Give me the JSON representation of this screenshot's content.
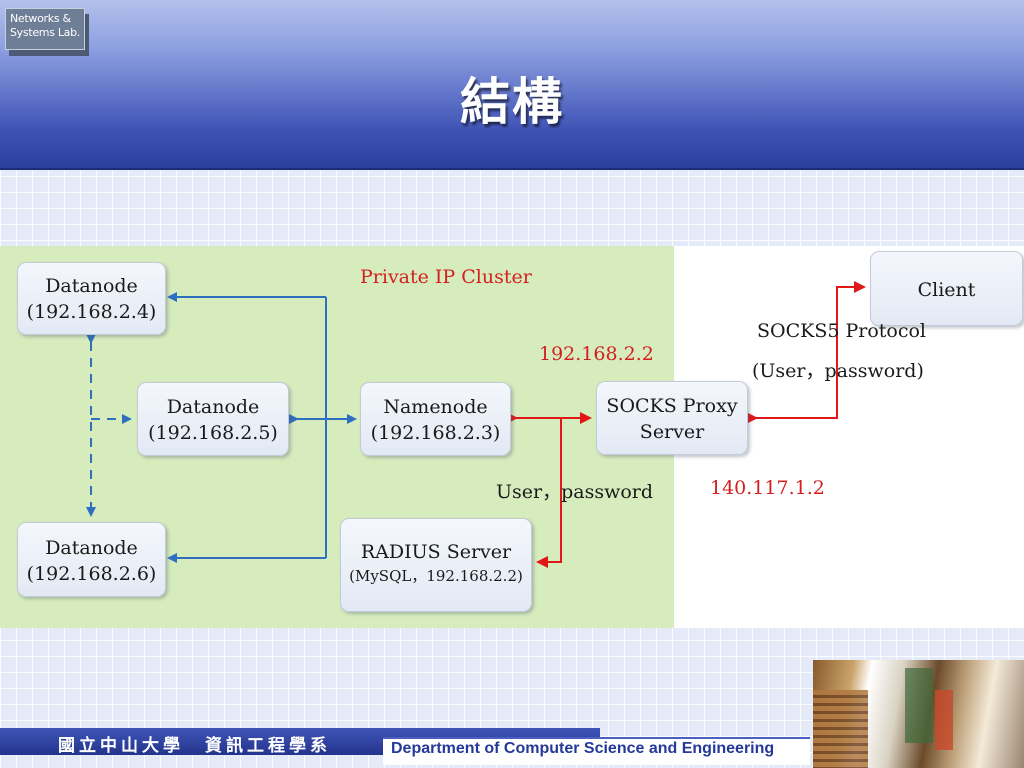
{
  "header": {
    "logo_line1": "Networks &",
    "logo_line2": "Systems Lab.",
    "title": "結構"
  },
  "diagram": {
    "cluster_label": "Private IP Cluster",
    "nodes": {
      "datanode_4": {
        "line1": "Datanode",
        "line2": "(192.168.2.4)"
      },
      "datanode_5": {
        "line1": "Datanode",
        "line2": "(192.168.2.5)"
      },
      "datanode_6": {
        "line1": "Datanode",
        "line2": "(192.168.2.6)"
      },
      "namenode": {
        "line1": "Namenode",
        "line2": "(192.168.2.3)"
      },
      "radius": {
        "line1": "RADIUS Server",
        "line2": "(MySQL，192.168.2.2)"
      },
      "socks_proxy": {
        "line1": "SOCKS Proxy",
        "line2": "Server"
      },
      "client": {
        "line1": "Client"
      }
    },
    "labels": {
      "proxy_private_ip": "192.168.2.2",
      "proxy_public_ip": "140.117.1.2",
      "user_password_internal": "User，password",
      "socks5_protocol": "SOCKS5 Protocol",
      "user_password_client": "(User，password)"
    },
    "colors": {
      "cluster_background": "#d6ecbd",
      "internal_link": "#2e6fc0",
      "auth_link": "#e01818",
      "highlight_text": "#d42020"
    }
  },
  "footer": {
    "school": "國立中山大學　資訊工程學系",
    "department": "Department of Computer Science and Engineering"
  }
}
